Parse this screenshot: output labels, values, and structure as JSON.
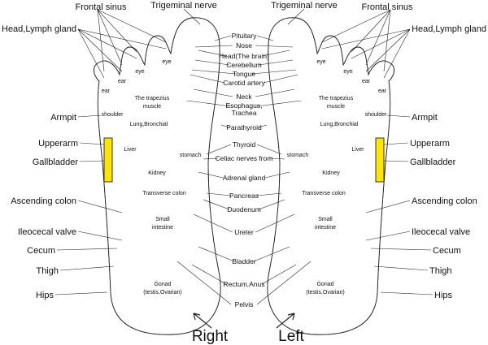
{
  "labels": {
    "trigeminal_nerve": "Trigeminal nerve",
    "frontal_sinus": "Frontal sinus",
    "head_lymph_gland": "Head,Lymph gland",
    "armpit": "Armpit",
    "upperarm": "Upperarm",
    "gallbladder": "Gallbladder",
    "ascending_colon": "Ascending colon",
    "ileocecal_valve": "Ileocecal valve",
    "cecum": "Cecum",
    "thigh": "Thigh",
    "hips": "Hips",
    "pituitary": "Pituitary",
    "nose": "Nose",
    "head_brain": "Head(The brain)",
    "cerebellum": "Cerebellum",
    "tongue": "Tongue",
    "carotid_artery": "Carotid artery",
    "neck": "Neck",
    "esophagus": "Esophagus,",
    "trachea": "Trachea",
    "parathyroid": "Parathyroid",
    "thyroid": "Thyroid",
    "celiac": "Celiac nerves from",
    "adrenal": "Adrenal gland",
    "pancreas": "Pancreas",
    "duodenum": "Duodenum",
    "ureter": "Ureter",
    "bladder": "Bladder",
    "rectum_anus": "Rectum,Anus",
    "pelvis": "Pelvis",
    "eye": "eye",
    "ear": "ear",
    "trapezius_1": "The trapezius",
    "trapezius_2": "muscle",
    "shoulder": "shoulder",
    "lung_bronchial": "Lung,Bronchial",
    "liver": "Liver",
    "stomach": "stomach",
    "kidney": "Kidney",
    "transverse_colon": "Transverse colon",
    "small_1": "Small",
    "small_2": "intestine",
    "gonad_1": "Gonad",
    "gonad_2": "(testis,Ovarian)",
    "right": "Right",
    "left": "Left"
  },
  "colors": {
    "yellow": "#ffe400",
    "blue": "#2a9ee0",
    "green": "#1e9c3a",
    "pink": "#f2b8b8",
    "red": "#e0141e",
    "outline": "#222222"
  }
}
